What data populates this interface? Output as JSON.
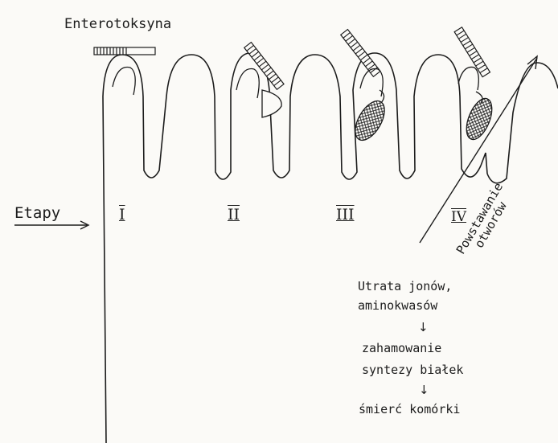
{
  "title": "Enterotoksyna",
  "etapy_label": "Etapy",
  "stages": [
    "I",
    "II",
    "III",
    "IV"
  ],
  "diagonal_label": [
    "Powstawanie",
    "otworów"
  ],
  "consequence_chain": {
    "step1": [
      "Utrata jonów,",
      "aminokwasów"
    ],
    "step2": [
      "zahamowanie",
      "syntezy białek"
    ],
    "step3": "śmierć komórki"
  },
  "arrow_glyph": "↓"
}
